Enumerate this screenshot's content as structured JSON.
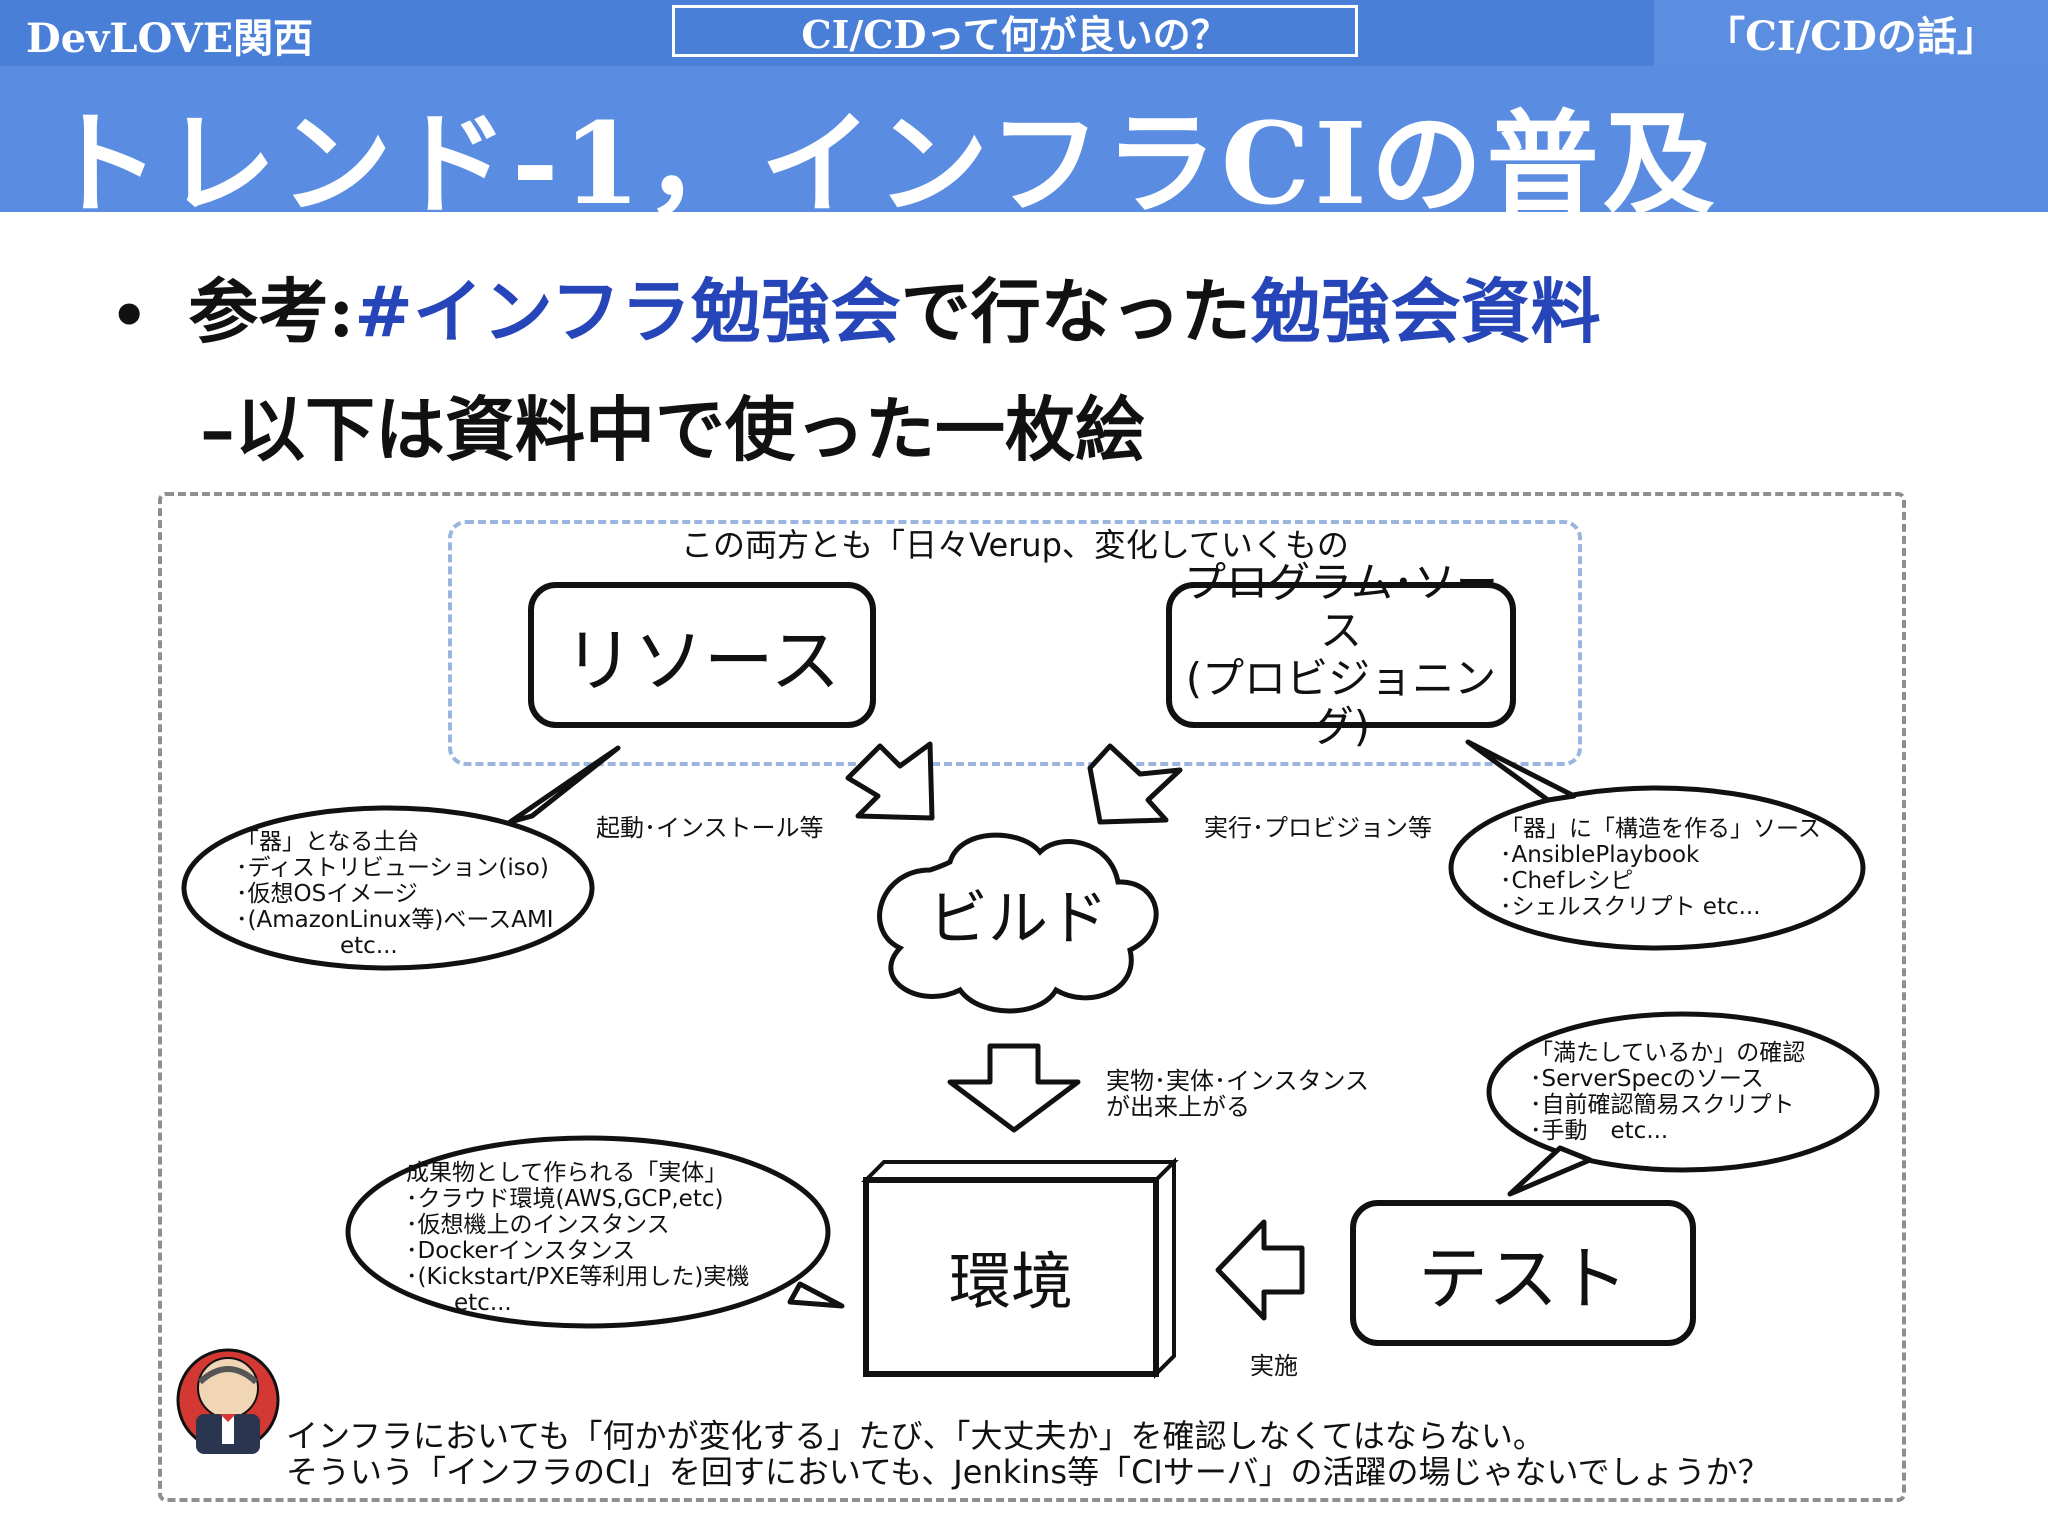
{
  "header": {
    "org": "DevLOVE関西",
    "topic": "CI/CDって何が良いの？",
    "series": "「CI/CDの話」"
  },
  "slide": {
    "title": "トレンド-1，インフラCIの普及",
    "bullet1": {
      "prefix": "参考:",
      "link1": "#インフラ勉強会",
      "middle": "で行なった",
      "link2": "勉強会資料"
    },
    "bullet2": "–以下は資料中で使った一枚絵"
  },
  "diagram": {
    "group_label": "この両方とも「日々Verup、変化していくもの",
    "resource": "リソース",
    "program_line1": "プログラム･ソース",
    "program_line2": "(プロビジョニング)",
    "build": "ビルド",
    "environment": "環境",
    "test": "テスト",
    "arrow_left_label": "起動･インストール等",
    "arrow_right_label": "実行･プロビジョン等",
    "arrow_down_label_line1": "実物･実体･インスタンス",
    "arrow_down_label_line2": "が出来上がる",
    "arrow_test_label": "実施",
    "bubble_resource": [
      "「器」となる土台",
      "･ディストリビューション(iso)",
      "･仮想OSイメージ",
      "･(AmazonLinux等)ベースAMI",
      "etc..."
    ],
    "bubble_program": [
      "「器」に「構造を作る」ソース",
      "･AnsiblePlaybook",
      "･Chefレシピ",
      "･シェルスクリプト etc..."
    ],
    "bubble_test": [
      "「満たしているか」の確認",
      "･ServerSpecのソース",
      "･自前確認簡易スクリプト",
      "･手動　etc..."
    ],
    "bubble_env": [
      "成果物として作られる「実体」",
      "･クラウド環境(AWS,GCP,etc)",
      "･仮想機上のインスタンス",
      "･Dockerインスタンス",
      "･(Kickstart/PXE等利用した)実機",
      "etc..."
    ],
    "note_line1": "インフラにおいても「何かが変化する」たび、「大丈夫か」を確認しなくてはならない。",
    "note_line2": "そういう「インフラのCI」を回すにおいても、Jenkins等「CIサーバ」の活躍の場じゃないでしょうか？"
  },
  "colors": {
    "header_blue": "#4a7fd8",
    "title_blue": "#5a8de2",
    "link_blue": "#2545b8"
  }
}
